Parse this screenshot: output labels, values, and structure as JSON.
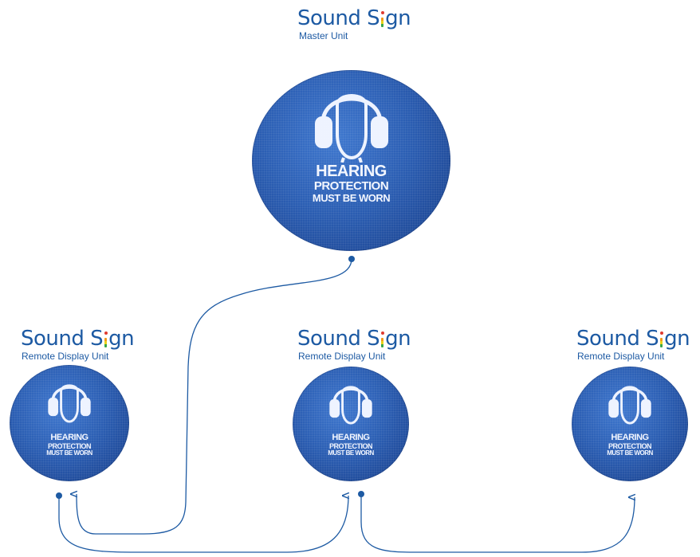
{
  "master": {
    "brand_prefix": "Sound S",
    "brand_i": "i",
    "brand_suffix": "gn",
    "subtitle": "Master Unit",
    "sign_line1": "HEARING",
    "sign_line2": "PROTECTION",
    "sign_line3": "MUST BE WORN"
  },
  "remotes": [
    {
      "brand_prefix": "Sound S",
      "brand_i": "i",
      "brand_suffix": "gn",
      "subtitle": "Remote Display Unit",
      "sign_line1": "HEARING",
      "sign_line2": "PROTECTION",
      "sign_line3": "MUST BE WORN"
    },
    {
      "brand_prefix": "Sound S",
      "brand_i": "i",
      "brand_suffix": "gn",
      "subtitle": "Remote Display Unit",
      "sign_line1": "HEARING",
      "sign_line2": "PROTECTION",
      "sign_line3": "MUST BE WORN"
    },
    {
      "brand_prefix": "Sound S",
      "brand_i": "i",
      "brand_suffix": "gn",
      "subtitle": "Remote Display Unit",
      "sign_line1": "HEARING",
      "sign_line2": "PROTECTION",
      "sign_line3": "MUST BE WORN"
    }
  ],
  "icons": {
    "sign_pictogram": "ear-protection-head-icon",
    "connection_start": "connection-dot-icon",
    "connection_end": "arrowhead-icon"
  },
  "colors": {
    "brand_blue": "#1d5aa3",
    "sign_blue": "#2c5fb4",
    "connector": "#1d5aa3",
    "logo_i_red": "#e03a2f",
    "logo_i_orange": "#f29a1a",
    "logo_i_yellow": "#e8d21c",
    "logo_i_green": "#3aa64a"
  }
}
